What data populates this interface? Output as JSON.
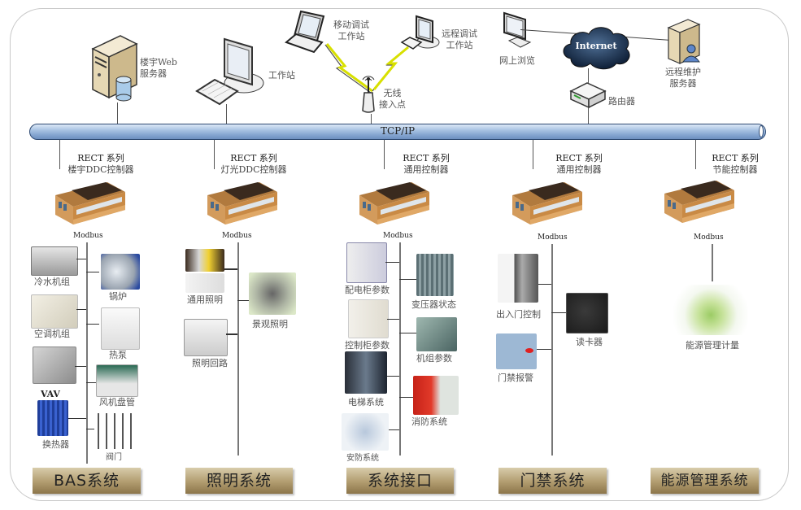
{
  "network": {
    "bus_label": "TCP/IP",
    "top_nodes": [
      {
        "id": "web-server",
        "label_line1": "楼宇Web",
        "label_line2": "服务器",
        "icon": "server-database-icon"
      },
      {
        "id": "workstation",
        "label_line1": "工作站",
        "label_line2": "",
        "icon": "desktop-computer-icon"
      },
      {
        "id": "mobile-debug",
        "label_line1": "移动调试",
        "label_line2": "工作站",
        "icon": "laptop-icon"
      },
      {
        "id": "remote-debug",
        "label_line1": "远程调试",
        "label_line2": "工作站",
        "icon": "desktop-computer-icon"
      },
      {
        "id": "wireless-ap",
        "label_line1": "无线",
        "label_line2": "接入点",
        "icon": "wireless-access-point-icon"
      },
      {
        "id": "web-browse",
        "label_line1": "网上浏览",
        "label_line2": "",
        "icon": "monitor-icon"
      },
      {
        "id": "internet",
        "label_line1": "Internet",
        "label_line2": "",
        "icon": "cloud-icon"
      },
      {
        "id": "router",
        "label_line1": "路由器",
        "label_line2": "",
        "icon": "router-icon"
      },
      {
        "id": "remote-maint",
        "label_line1": "远程维护",
        "label_line2": "服务器",
        "icon": "server-user-icon"
      }
    ]
  },
  "controllers": [
    {
      "series": "RECT 系列",
      "name": "楼宇DDC控制器",
      "protocol": "Modbus"
    },
    {
      "series": "RECT 系列",
      "name": "灯光DDC控制器",
      "protocol": "Modbus"
    },
    {
      "series": "RECT 系列",
      "name": "通用控制器",
      "protocol": "Modbus"
    },
    {
      "series": "RECT 系列",
      "name": "通用控制器",
      "protocol": "Modbus"
    },
    {
      "series": "RECT 系列",
      "name": "节能控制器",
      "protocol": "Modbus"
    }
  ],
  "subsystems": [
    {
      "title": "BAS系统",
      "devices": [
        "冷水机组",
        "锅炉",
        "空调机组",
        "热泵",
        "VAV",
        "风机盘管",
        "换热器",
        "阀门"
      ]
    },
    {
      "title": "照明系统",
      "devices": [
        "通用照明",
        "景观照明",
        "照明回路"
      ]
    },
    {
      "title": "系统接口",
      "devices": [
        "配电柜参数",
        "变压器状态",
        "控制柜参数",
        "机组参数",
        "电梯系统",
        "消防系统",
        "安防系统"
      ]
    },
    {
      "title": "门禁系统",
      "devices": [
        "出入门控制",
        "读卡器",
        "门禁报警"
      ]
    },
    {
      "title": "能源管理系统",
      "devices": [
        "能源管理计量"
      ]
    }
  ],
  "colors": {
    "bus_border": "#2e4a73",
    "bus_fill": "#86a6d1",
    "button_gold": "#b19c6f",
    "lightning": "#d8e000",
    "plc_orange": "#c98a45"
  }
}
